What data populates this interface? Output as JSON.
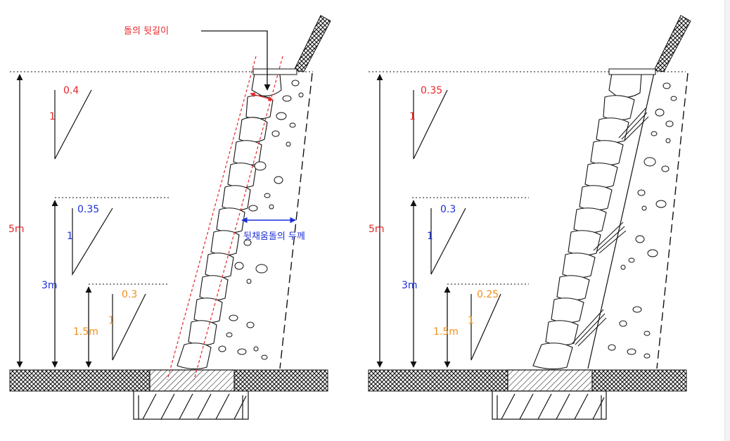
{
  "colors": {
    "red": "#e8262a",
    "blue": "#1c2fd6",
    "orange": "#f0901c",
    "line": "#111111"
  },
  "left_diagram": {
    "callout_stone_depth": "돌의 뒷길이",
    "callout_backfill_thickness": "뒷채움돌의 두께",
    "heights": {
      "h5": "5m",
      "h3": "3m",
      "h15": "1.5m"
    },
    "slopes": [
      {
        "run": "0.4",
        "rise": "1",
        "color": "red"
      },
      {
        "run": "0.35",
        "rise": "1",
        "color": "blue"
      },
      {
        "run": "0.3",
        "rise": "1",
        "color": "orange"
      }
    ]
  },
  "right_diagram": {
    "heights": {
      "h5": "5m",
      "h3": "3m",
      "h15": "1.5m"
    },
    "slopes": [
      {
        "run": "0.35",
        "rise": "1",
        "color": "red"
      },
      {
        "run": "0.3",
        "rise": "1",
        "color": "blue"
      },
      {
        "run": "0.25",
        "rise": "1",
        "color": "orange"
      }
    ]
  }
}
